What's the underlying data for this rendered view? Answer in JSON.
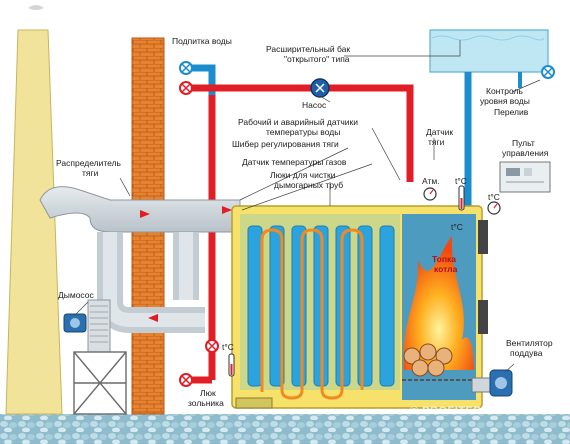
{
  "labels": {
    "water_supply": "Подпитка воды",
    "expansion_tank_l1": "Расширительный бак",
    "expansion_tank_l2": "\"открытого\" типа",
    "pump": "Насос",
    "level_control_l1": "Контроль",
    "level_control_l2": "уровня воды",
    "overflow": "Перелив",
    "sensors_l1": "Рабочий и аварийный датчики",
    "sensors_l2": "температуры воды",
    "draft_damper": "Шибер регулирования тяги",
    "draft_sensor_l1": "Датчик",
    "draft_sensor_l2": "тяги",
    "control_panel_l1": "Пульт",
    "control_panel_l2": "управления",
    "draft_distributor_l1": "Распределитель",
    "draft_distributor_l2": "тяги",
    "gas_temp_sensor": "Датчик температуры газов",
    "hatches_l1": "Люки для чистки",
    "hatches_l2": "дымогарных труб",
    "atm": "Атм.",
    "temp_1": "t°C",
    "temp_2": "t°C",
    "temp_3": "t°C",
    "temp_4": "t°C",
    "furnace_l1": "Топка",
    "furnace_l2": "котла",
    "smoke_exhauster": "Дымосос",
    "blower_fan_l1": "Вентилятор",
    "blower_fan_l2": "поддува",
    "ash_hatch_l1": "Люк",
    "ash_hatch_l2": "зольника"
  },
  "watermark": "© PROFITEPLO.COM",
  "colors": {
    "hot_water": "#e11d25",
    "cold_water": "#1d8ccf",
    "boiler_body": "#f6e26a",
    "flue_gas": "#cfd6dc",
    "brick": "#e07a2c",
    "chimney": "#f3e49a",
    "tank": "#bfe7f3",
    "ground": "#9ec7d3"
  },
  "icons": [
    "valve-icon",
    "pump-icon",
    "fan-icon",
    "gauge-icon",
    "thermometer-icon",
    "flame-icon",
    "logs-icon"
  ]
}
